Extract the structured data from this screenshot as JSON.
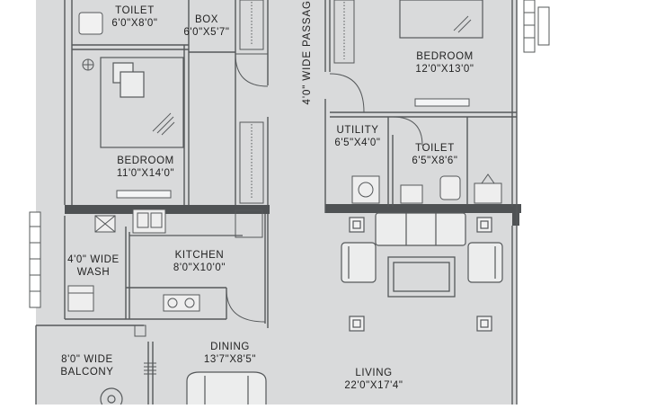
{
  "plan": {
    "colors": {
      "floor": "#d9dadb",
      "wall": "#4f5254",
      "line": "#55585a",
      "window": "#f4f5f6",
      "background": "#ffffff"
    },
    "passage": "4'0\" WIDE PASSAGE",
    "rooms": {
      "toilet1": {
        "name": "TOILET",
        "size": "6'0\"X8'0\""
      },
      "box": {
        "name": "BOX",
        "size": "6'0\"X5'7\""
      },
      "bedroom1": {
        "name": "BEDROOM",
        "size": "11'0\"X14'0\""
      },
      "bedroom2": {
        "name": "BEDROOM",
        "size": "12'0\"X13'0\""
      },
      "utility": {
        "name": "UTILITY",
        "size": "6'5\"X4'0\""
      },
      "toilet2": {
        "name": "TOILET",
        "size": "6'5\"X8'6\""
      },
      "kitchen": {
        "name": "KITCHEN",
        "size": "8'0\"X10'0\""
      },
      "wash": {
        "name1": "4'0\" WIDE",
        "name2": "WASH"
      },
      "dining": {
        "name": "DINING",
        "size": "13'7\"X8'5\""
      },
      "balcony": {
        "name1": "8'0\" WIDE",
        "name2": "BALCONY"
      },
      "living": {
        "name": "LIVING",
        "size": "22'0\"X17'4\""
      }
    }
  }
}
